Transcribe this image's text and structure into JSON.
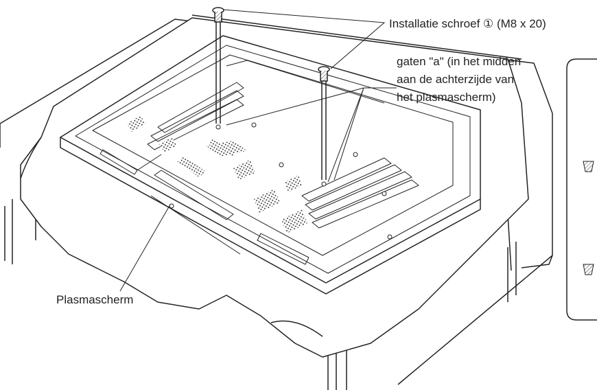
{
  "labels": {
    "screw": "Installatie schroef ① (M8 x 20)",
    "holes_line1": "gaten \"a\" (in het midden",
    "holes_line2": "aan de achterzijde van",
    "holes_line3": "het plasmascherm)",
    "plasma": "Plasmascherm"
  },
  "colors": {
    "line": "#222222",
    "shade": "#555555",
    "background": "#ffffff"
  }
}
